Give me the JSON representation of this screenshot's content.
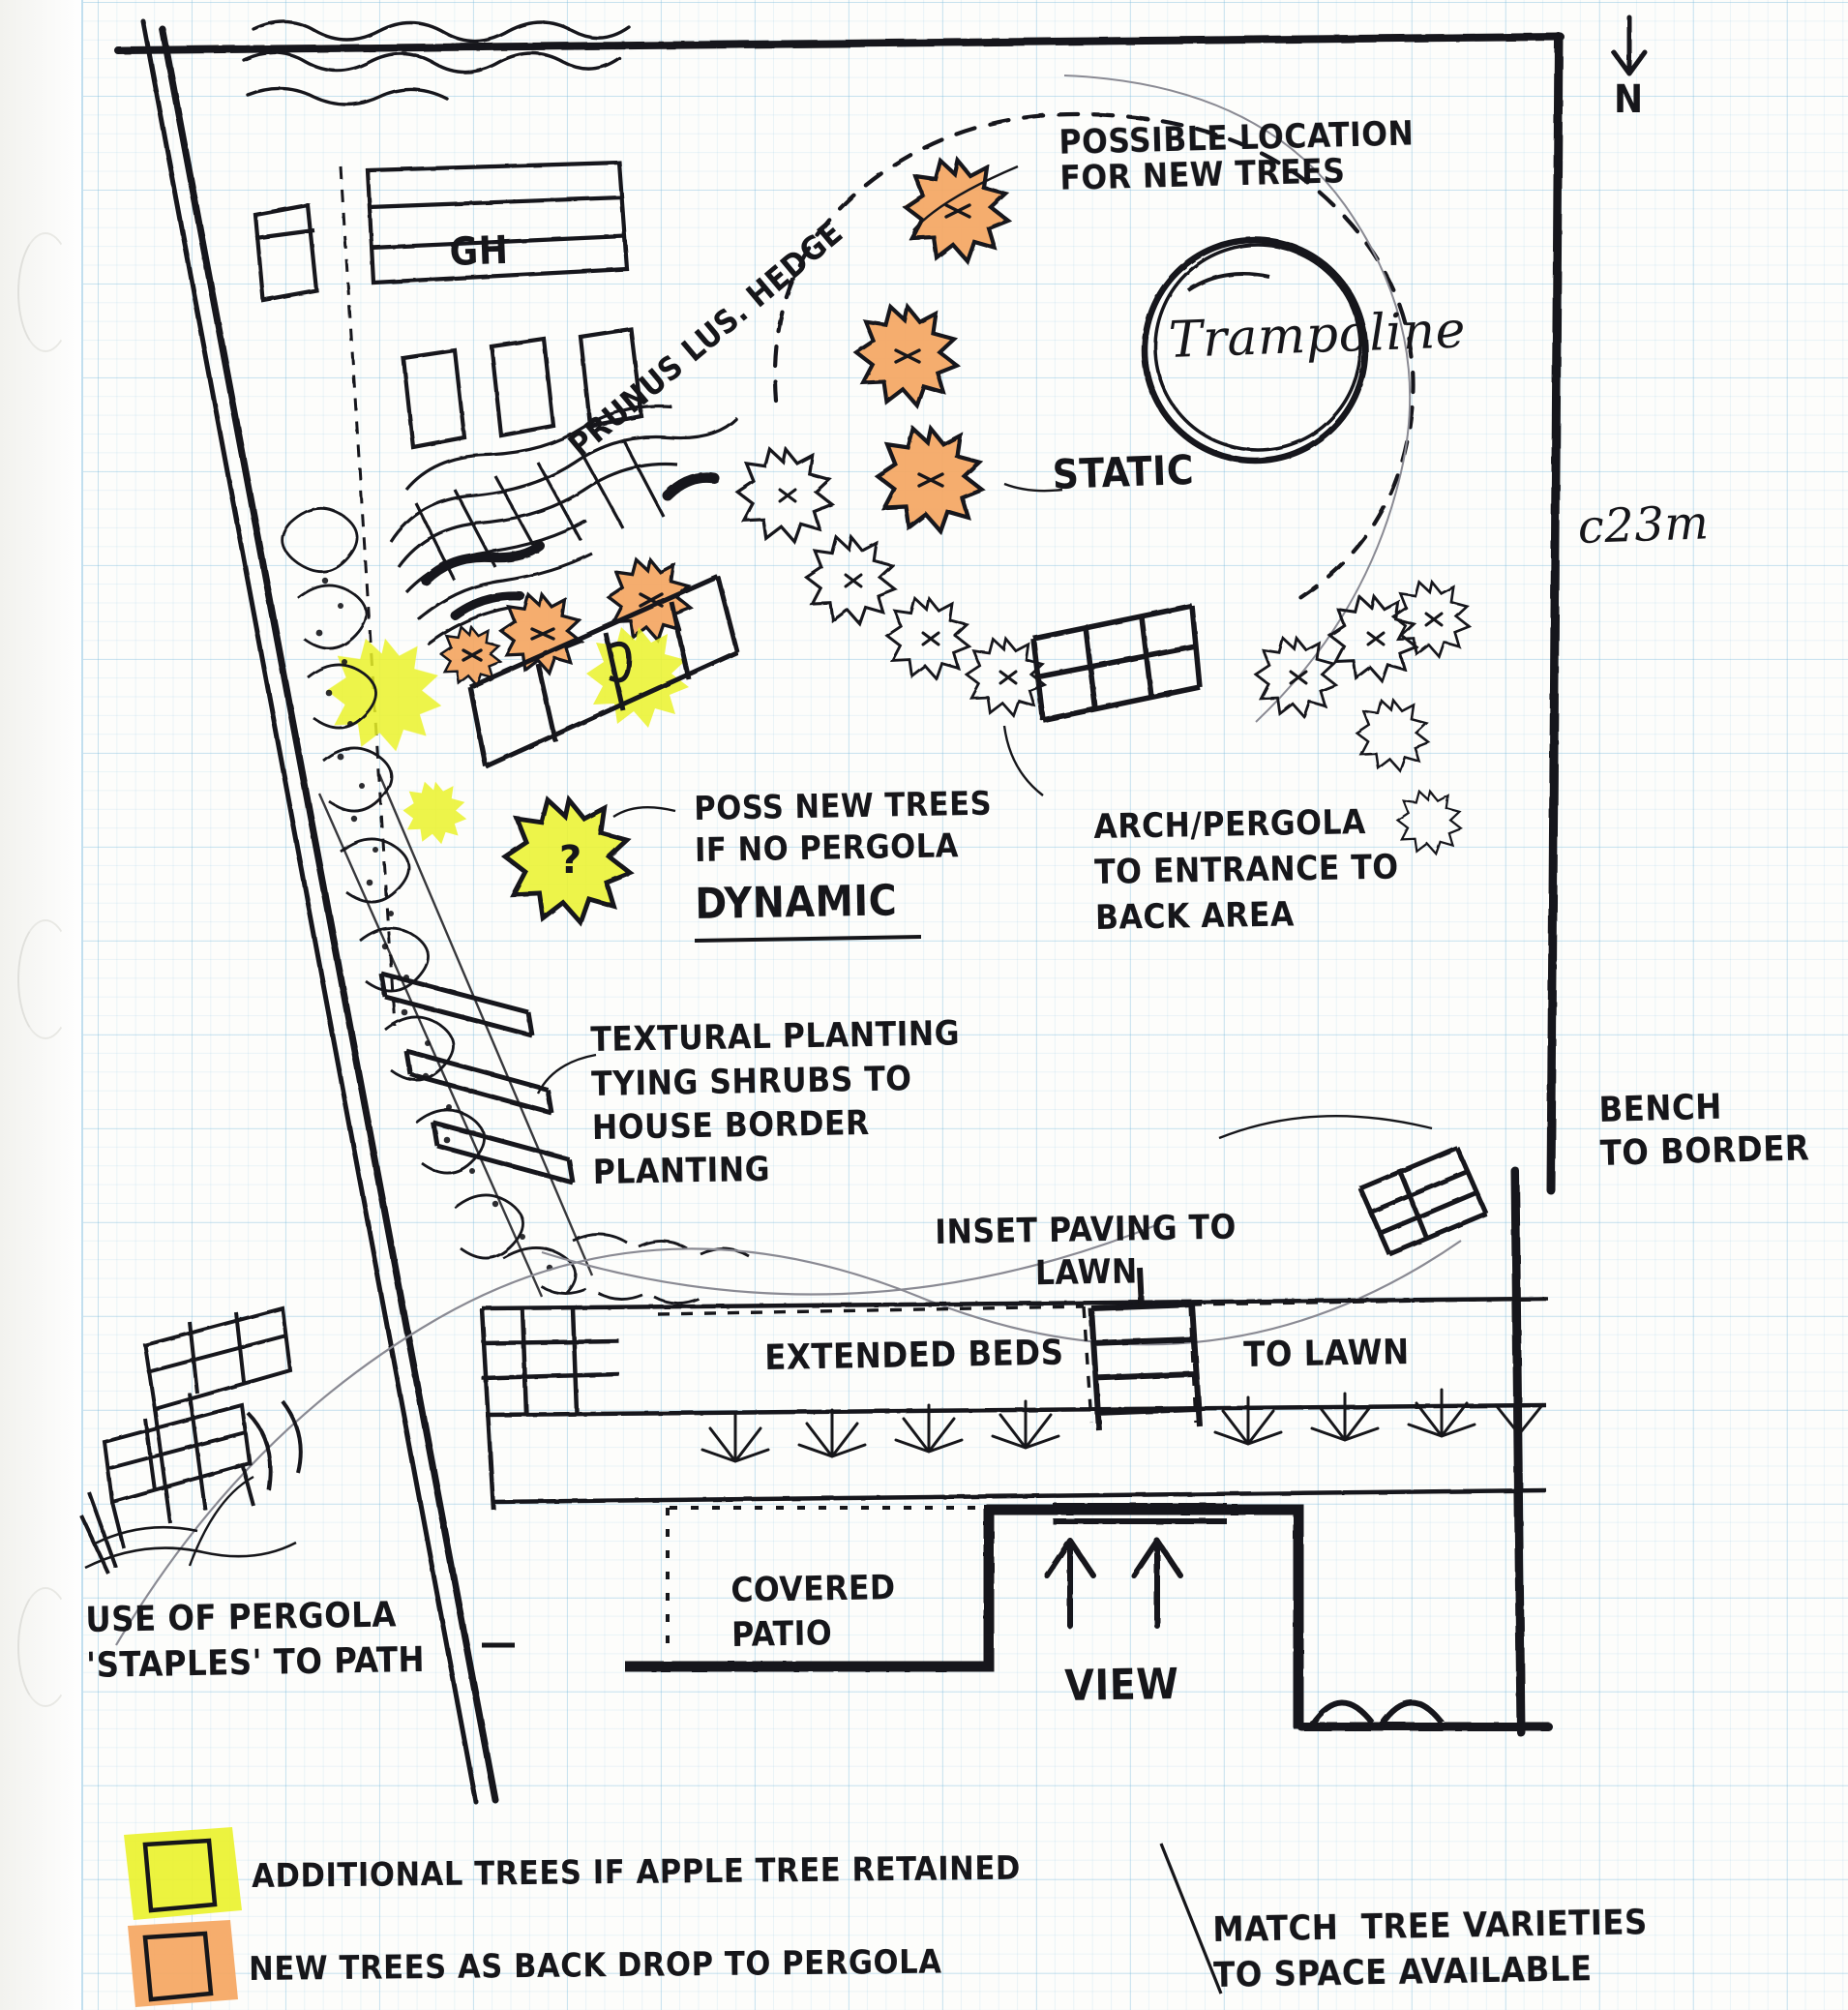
{
  "document": {
    "type": "hand-drawn garden design concept plan",
    "medium": "ink sketch with highlighter on graph paper"
  },
  "compass": {
    "label": "N",
    "arrow": "down-arrow-icon"
  },
  "dimensions": {
    "boundary_length": "c23m"
  },
  "annotations": {
    "possible_new_trees": "POSSIBLE LOCATION\nFOR NEW TREES",
    "trampoline": "Trampoline",
    "static": "STATIC",
    "prunus_hedge": "PRUNUS LUS. HEDGE",
    "greenhouse": "GH",
    "poss_new_trees_no_pergola": "POSS NEW TREES\nIF NO PERGOLA",
    "dynamic": "DYNAMIC",
    "arch_pergola": "ARCH/PERGOLA\nTO ENTRANCE TO\nBACK AREA",
    "textural_planting": "TEXTURAL PLANTING\nTYING SHRUBS TO\nHOUSE BORDER\nPLANTING",
    "bench_to_border": "BENCH\nTO BORDER",
    "inset_paving": "INSET PAVING TO\nLAWN",
    "extended_beds": "EXTENDED BEDS",
    "to_lawn": "TO LAWN",
    "covered_patio": "COVERED\nPATIO",
    "view": "VIEW",
    "pergola_staples": "USE OF PERGOLA\n'STAPLES' TO PATH",
    "match_varieties": "MATCH  TREE VARIETIES\nTO SPACE AVAILABLE"
  },
  "legend": {
    "items": [
      {
        "swatch": "yellow",
        "color": "#eaf22a",
        "label": "ADDITIONAL TREES IF APPLE TREE RETAINED"
      },
      {
        "swatch": "orange",
        "color": "#f5a661",
        "label": "NEW TREES AS BACK DROP TO PERGOLA"
      }
    ]
  },
  "colors": {
    "ink": "#16161a",
    "grid_blue": "#78b9dc",
    "highlighter_yellow": "#eaf22a",
    "highlighter_orange": "#f5a661",
    "pencil_grey": "#8a8a93"
  },
  "chart_data": {
    "type": "table",
    "title": "Garden design plan elements",
    "categories": [
      "Possible location for new trees",
      "Trampoline",
      "Static",
      "Prunus lus. hedge",
      "GH (greenhouse)",
      "Poss new trees if no pergola",
      "Dynamic",
      "Arch/pergola to entrance to back area",
      "Textural planting tying shrubs to house border planting",
      "Bench to border",
      "Inset paving to lawn",
      "Extended beds",
      "To lawn",
      "Covered patio",
      "View",
      "Use of pergola 'staples' to path",
      "Match tree varieties to space available"
    ]
  }
}
